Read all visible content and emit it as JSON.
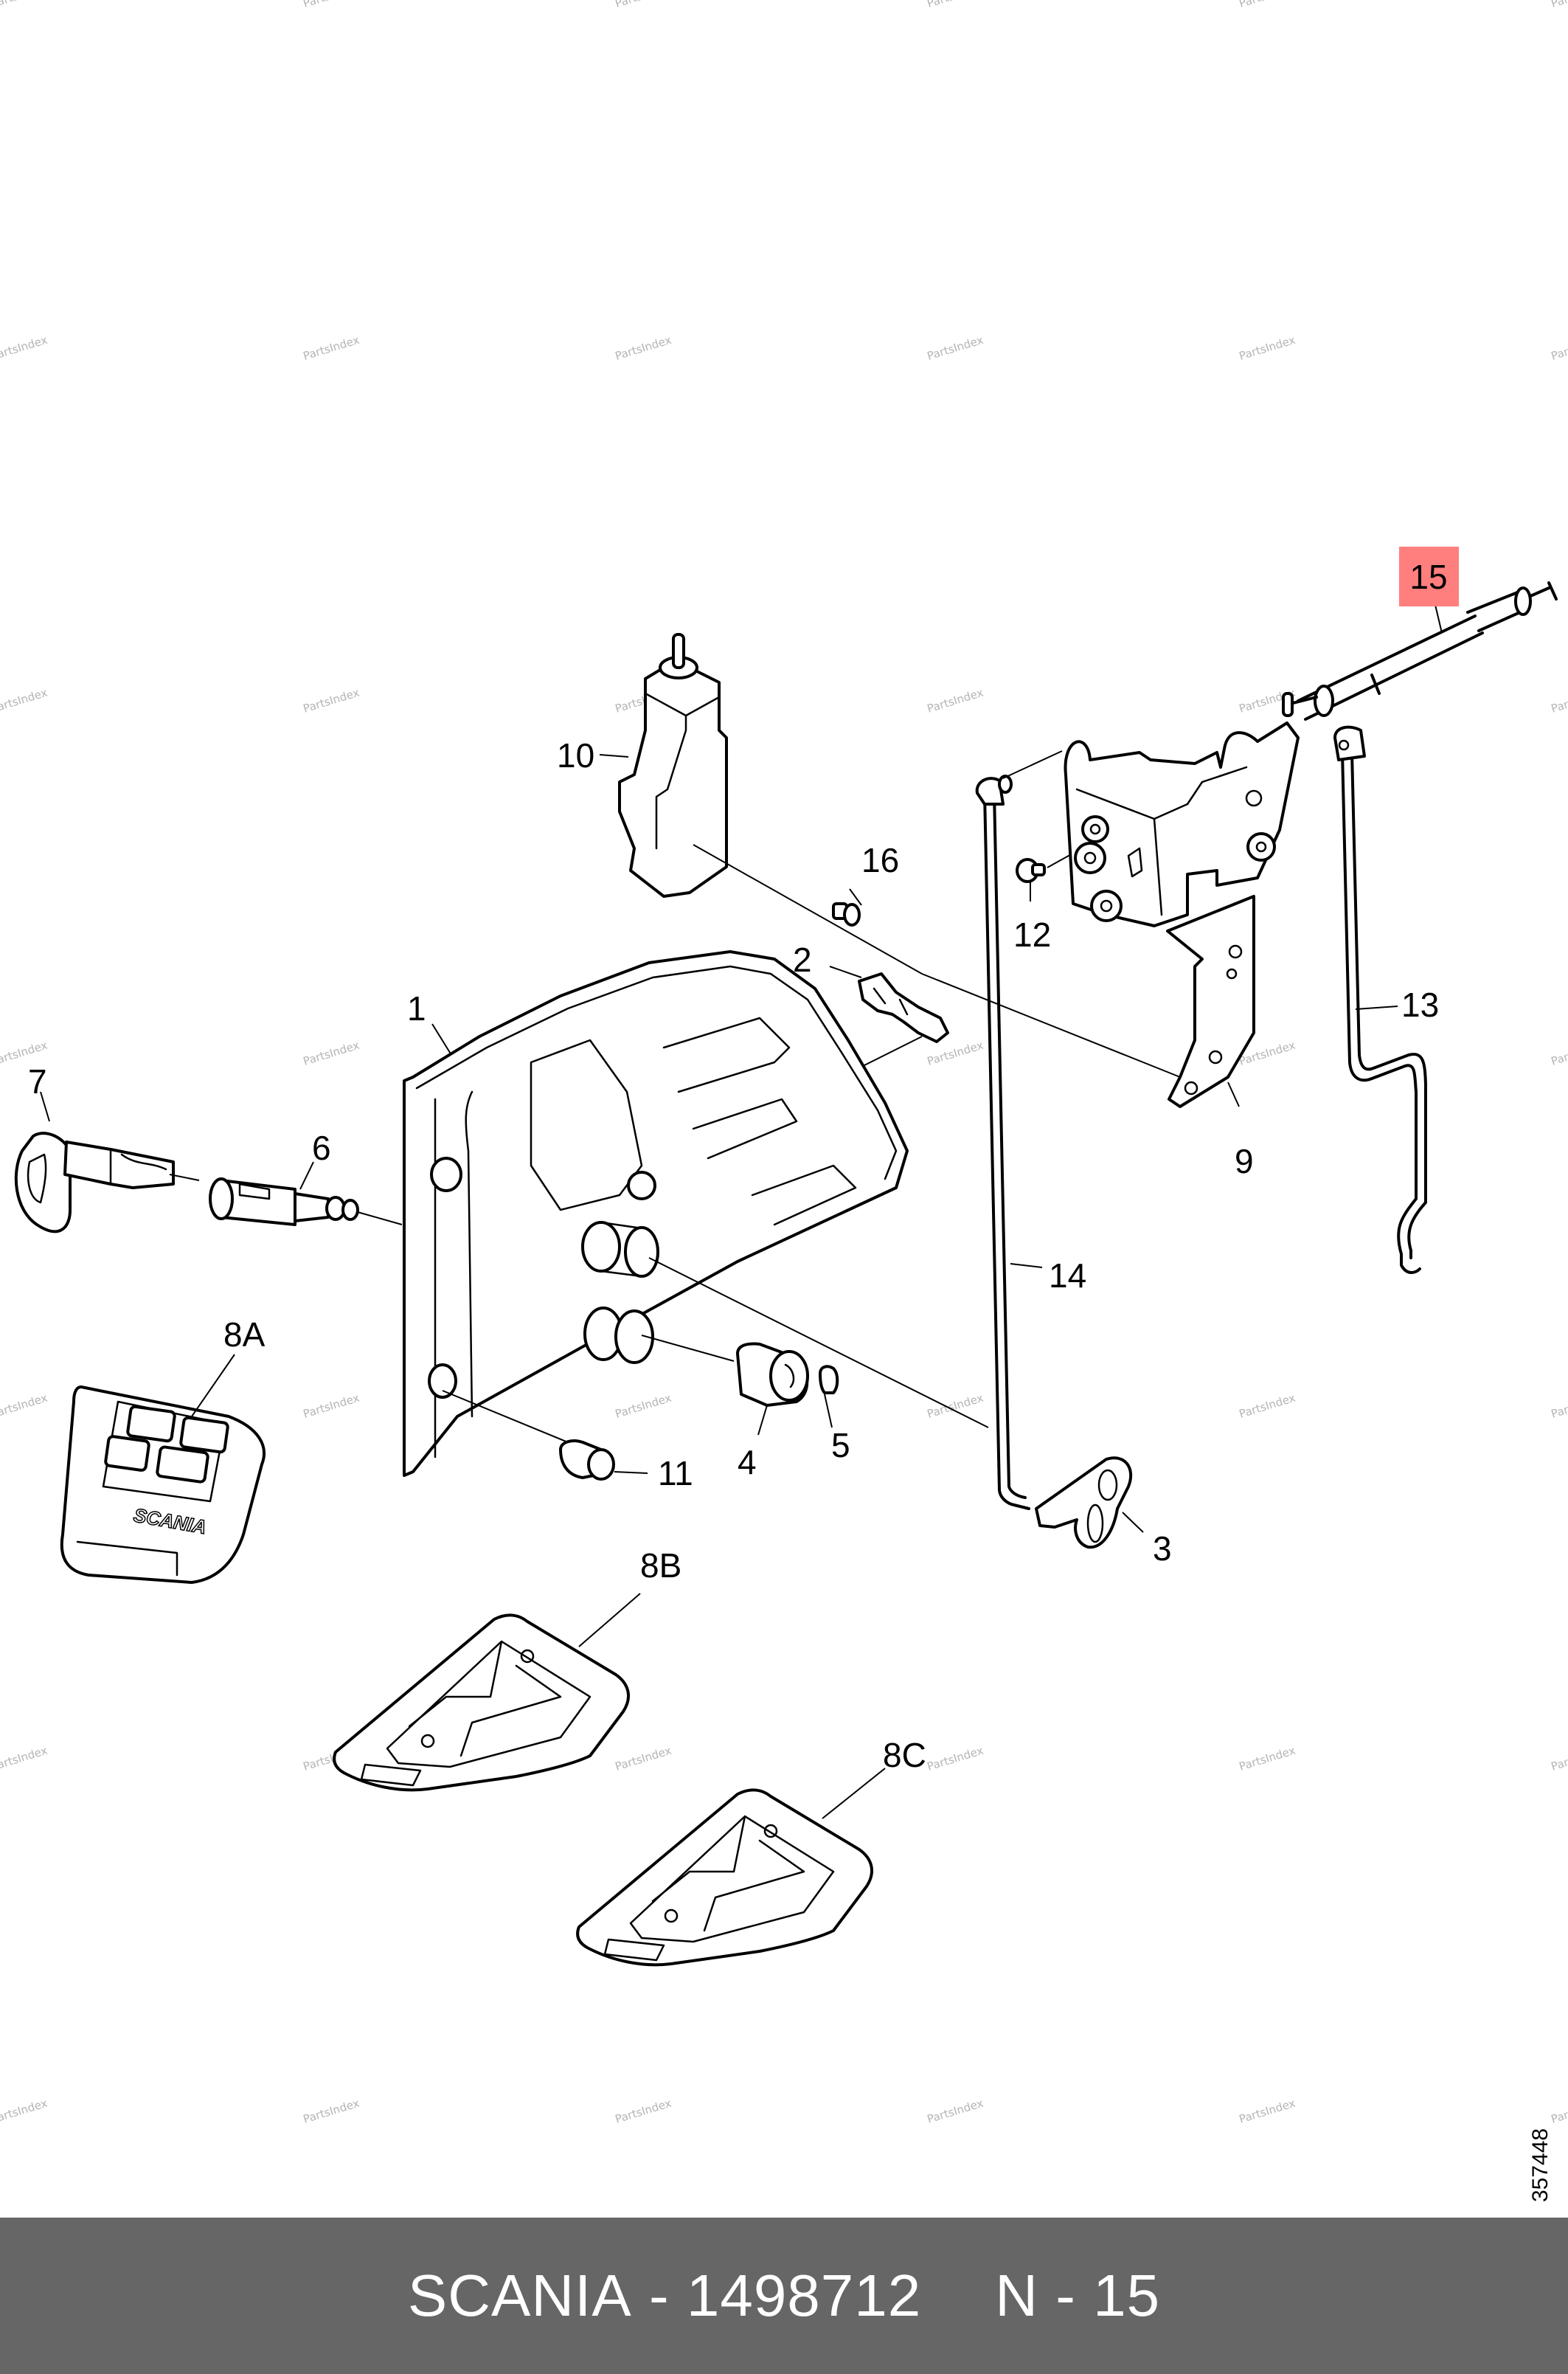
{
  "diagram": {
    "title": "Door lock assembly exploded view",
    "highlight_color": "#ff7f7f",
    "highlighted_callout": "15",
    "callouts": {
      "c1": "1",
      "c2": "2",
      "c3": "3",
      "c4": "4",
      "c5": "5",
      "c6": "6",
      "c7": "7",
      "c8a": "8A",
      "c8b": "8B",
      "c8c": "8C",
      "c9": "9",
      "c10": "10",
      "c11": "11",
      "c12": "12",
      "c13": "13",
      "c14": "14",
      "c15": "15",
      "c16": "16"
    },
    "drawing_number": "357448",
    "fob_brand_text": "SCANIA",
    "watermark": "PartsIndex"
  },
  "banner": {
    "brand": "SCANIA",
    "separator": "-",
    "part_number": "1498712",
    "position_code": "N - 15",
    "background": "#666666"
  }
}
